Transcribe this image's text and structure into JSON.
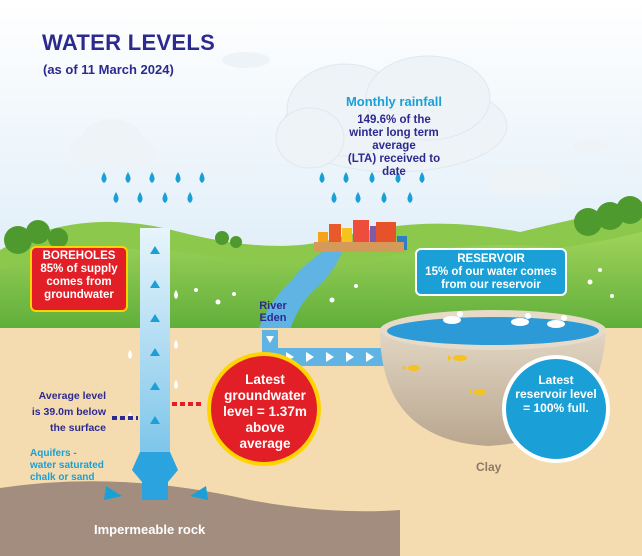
{
  "header": {
    "title": "WATER LEVELS",
    "subtitle": "(as of 11 March 2024)"
  },
  "rainfall": {
    "title": "Monthly rainfall",
    "lines": [
      "149.6% of the",
      "winter long term",
      "average",
      "(LTA) received to",
      "date"
    ]
  },
  "boreholes": {
    "lines": [
      "BOREHOLES",
      "85% of supply",
      "comes from",
      "groundwater"
    ]
  },
  "reservoir": {
    "lines": [
      "RESERVOIR",
      "15% of our water comes",
      "from our reservoir"
    ]
  },
  "river": {
    "lines": [
      "River",
      "Eden"
    ]
  },
  "average_level": {
    "lines": [
      "Average level",
      "is 39.0m below",
      "the surface"
    ]
  },
  "aquifers": {
    "lines": [
      "Aquifers -",
      "water saturated",
      "chalk or sand"
    ]
  },
  "groundwater": {
    "lines": [
      "Latest",
      "groundwater",
      "level = 1.37m",
      "above",
      "average"
    ]
  },
  "reservoir_level": {
    "lines": [
      "Latest",
      "reservoir level",
      "= 100% full."
    ]
  },
  "labels": {
    "clay": "Clay",
    "impermeable_rock": "Impermeable rock"
  },
  "colors": {
    "navy": "#2d2a8f",
    "sky_blue": "#1aa0d6",
    "red": "#e21f26",
    "yellow": "#ffd400",
    "grass": "#7cc242",
    "sand": "#f4dcb0",
    "rock": "#a38d7f",
    "water": "#2b9ad6"
  },
  "icons": [
    "cloud-icon",
    "raindrop-icon",
    "duck-icon",
    "fish-icon",
    "arrow-up-icon",
    "arrow-right-icon",
    "town-icon"
  ]
}
